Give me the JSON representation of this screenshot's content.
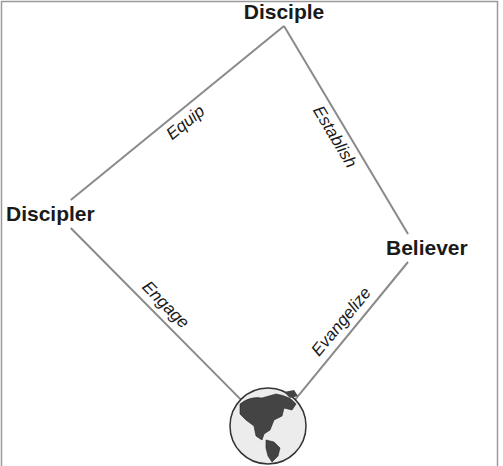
{
  "diagram": {
    "nodes": [
      {
        "text": [
          "Disciple"
        ]
      },
      {
        "text": [
          "Discipler"
        ]
      },
      {
        "text": [
          "Believer"
        ]
      }
    ],
    "edges": [
      {
        "from": 1,
        "to": 0,
        "label": "Equip",
        "arrow": "none"
      },
      {
        "from": 0,
        "to": 2,
        "label": "Establish",
        "arrow": "none"
      }
    ],
    "labels": [
      "Engage",
      "Evangelize"
    ]
  }
}
